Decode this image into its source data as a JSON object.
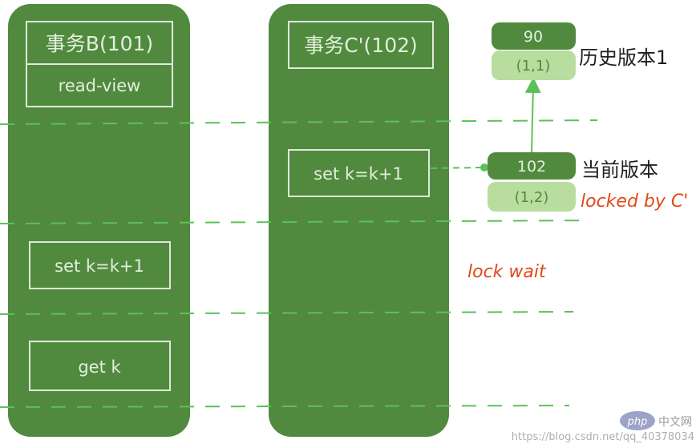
{
  "transaction_b": {
    "title": "事务B(101)",
    "read_view": "read-view",
    "update": "set k=k+1",
    "query": "get k"
  },
  "transaction_c": {
    "title": "事务C'(102)",
    "update": "set k=k+1"
  },
  "versions": {
    "history": {
      "value": "90",
      "trx": "(1,1)",
      "label": "历史版本1"
    },
    "current": {
      "value": "102",
      "trx": "(1,2)",
      "label": "当前版本",
      "lock_note": "locked by C'"
    }
  },
  "lock_wait": "lock wait",
  "watermark": {
    "logo": "php",
    "site": "中文网",
    "url": "https://blog.csdn.net/qq_40378034"
  },
  "colors": {
    "column": "#518a3f",
    "trx_bg": "#b9dd9e",
    "dash": "#5cc15a",
    "red": "#e0491a"
  }
}
